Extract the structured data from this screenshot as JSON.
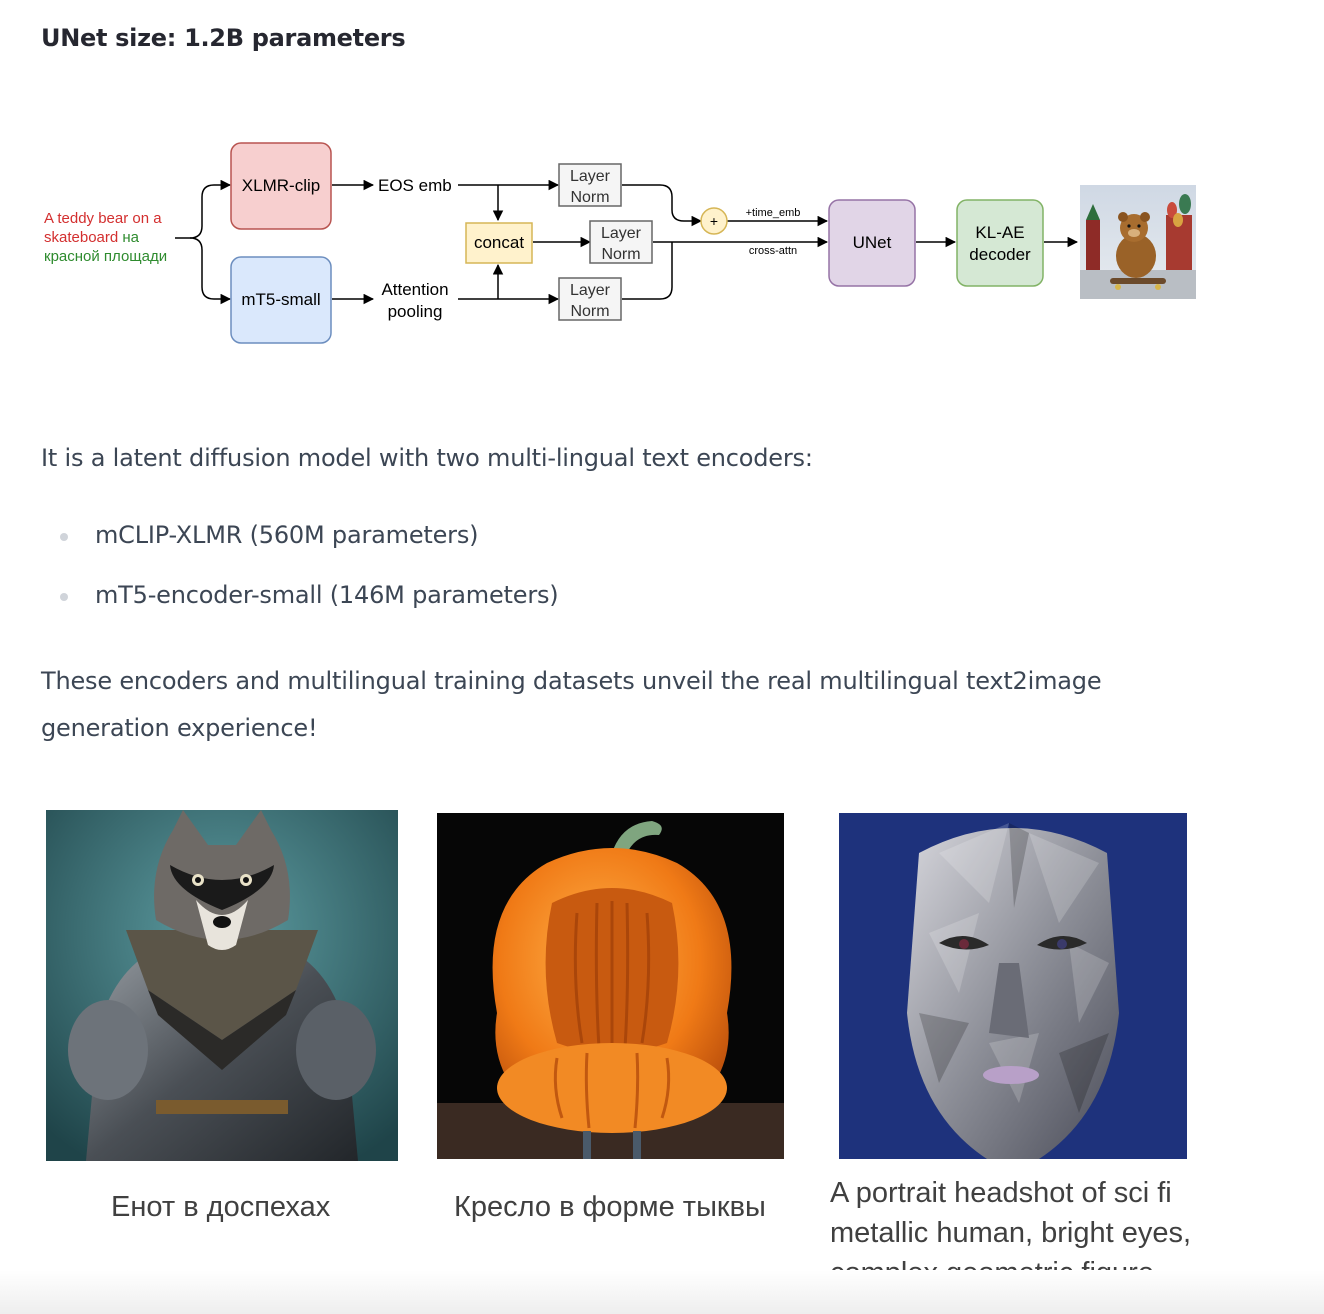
{
  "heading": "UNet size: 1.2B parameters",
  "diagram": {
    "prompt_line1": "A teddy bear on a",
    "prompt_line2_a": "skateboard",
    "prompt_line2_b": " на",
    "prompt_line3": "красной площади",
    "xlmr": "XLMR-clip",
    "mt5": "mT5-small",
    "eos": "EOS emb",
    "attn_line1": "Attention",
    "attn_line2": "pooling",
    "concat": "concat",
    "layer": "Layer",
    "norm": "Norm",
    "plus": "+",
    "time_emb": "+time_emb",
    "cross_attn": "cross-attn",
    "unet": "UNet",
    "klae_line1": "KL-AE",
    "klae_line2": "decoder",
    "colors": {
      "xlmr_fill": "#f7cfcf",
      "xlmr_stroke": "#b85450",
      "mt5_fill": "#dae8fc",
      "mt5_stroke": "#6c8ebf",
      "concat_fill": "#fff2cc",
      "concat_stroke": "#d6b656",
      "unet_fill": "#e1d5e7",
      "unet_stroke": "#9673a6",
      "klae_fill": "#d5e8d4",
      "klae_stroke": "#82b366",
      "prompt_red": "#d32f2f",
      "prompt_green": "#2e8b2e"
    }
  },
  "intro": "It is a latent diffusion model with two multi-lingual text encoders:",
  "encoders": [
    "mCLIP-XLMR (560M parameters)",
    "mT5-encoder-small (146M parameters)"
  ],
  "closing": "These encoders and multilingual training datasets unveil the real multilingual text2image generation experience!",
  "examples": [
    {
      "caption": "Енот в доспехах"
    },
    {
      "caption": "Кресло в форме тыквы"
    },
    {
      "caption_lines": [
        "A portrait headshot of sci fi",
        "metallic human, bright eyes,",
        "complex geometric figure"
      ]
    }
  ]
}
